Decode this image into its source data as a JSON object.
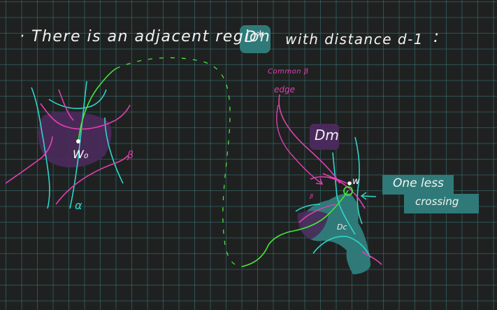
{
  "heading": {
    "bullet": "·",
    "text": "There is an adjacent region",
    "region": "D*",
    "suffix": "with distance d-1",
    "colon": ":"
  },
  "left_region": {
    "vertex_label": "W₀",
    "beta_label": "β",
    "alpha_label": "α"
  },
  "right_region": {
    "common_beta_label": "Common β",
    "edge_label": "edge",
    "dm_label": "Dm",
    "vertex_label": "w",
    "small_beta_label": "β",
    "dc_label": "Dc"
  },
  "note": {
    "line1": "One less",
    "line2": "crossing"
  },
  "colors": {
    "background": "#1f2121",
    "grid": "#408c8c",
    "alpha_curve": "#2fd5cc",
    "beta_curve": "#e040b0",
    "path": "#46e83a",
    "region_fill": "#4a2a5a",
    "highlight_fill": "#2f7a78"
  }
}
